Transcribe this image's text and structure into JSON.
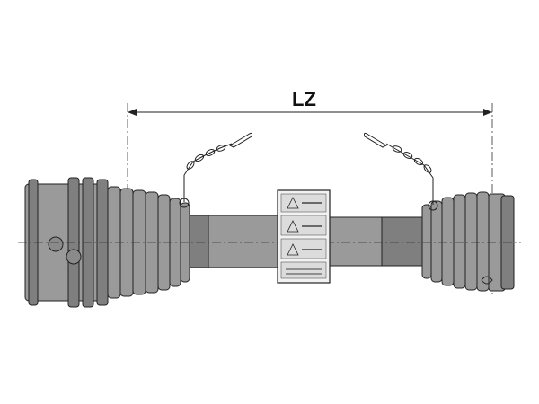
{
  "drawing": {
    "dimension_label": "LZ",
    "colors": {
      "metal": "#9a9a9a",
      "metal_dark": "#7f7f7f",
      "outline": "#222222",
      "background": "#ffffff"
    },
    "parts": [
      "left-yoke-guard",
      "left-bellows",
      "inner-tube",
      "outer-tube",
      "warning-label",
      "right-bellows",
      "right-yoke-guard",
      "left-safety-chain",
      "right-safety-chain",
      "length-dimension"
    ]
  }
}
